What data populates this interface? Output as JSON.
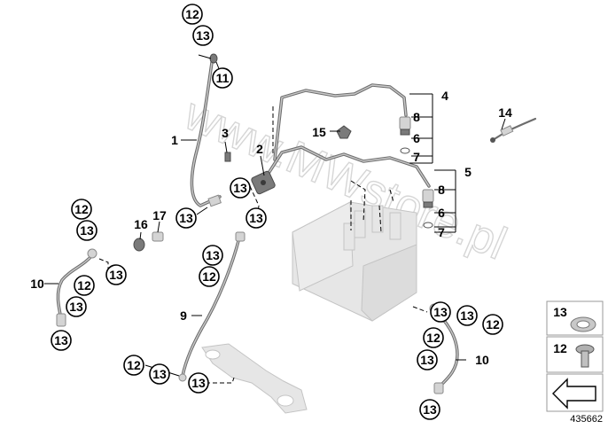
{
  "diagram": {
    "watermark": "www.MWstore.pl",
    "document_number": "435662",
    "callouts": {
      "c12_top": "12",
      "c13_top": "13",
      "c11": "11",
      "c1": "1",
      "c3": "3",
      "c2": "2",
      "c13_mid": "13",
      "c13_hose1": "13",
      "c4": "4",
      "c8_a": "8",
      "c6_a": "6",
      "c7_a": "7",
      "c15": "15",
      "c14": "14",
      "c5": "5",
      "c8_b": "8",
      "c6_b": "6",
      "c7_b": "7",
      "c12_left": "12",
      "c13_left": "13",
      "c16": "16",
      "c17": "17",
      "c13_l1": "13",
      "c13_l2": "13",
      "c10_left": "10",
      "c12_l3": "12",
      "c13_l3": "13",
      "c13_l4": "13",
      "c13_9top": "13",
      "c12_9": "12",
      "c9": "9",
      "c12_bl": "12",
      "c13_bl": "13",
      "c13_bc": "13",
      "c13_r1": "13",
      "c13_r2": "13",
      "c12_r": "12",
      "c12_r2": "12",
      "c13_r3": "13",
      "c10_right": "10",
      "c13_rb": "13"
    },
    "legend": {
      "item_washer": "13",
      "item_bolt": "12"
    }
  }
}
